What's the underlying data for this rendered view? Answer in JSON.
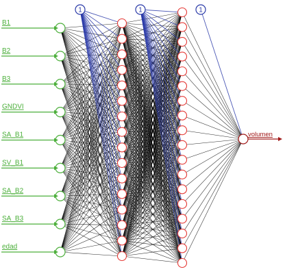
{
  "diagram": {
    "type": "neural-network",
    "input_nodes": [
      "B1",
      "B2",
      "B3",
      "GNDVI",
      "SA_B1",
      "SV_B1",
      "SA_B2",
      "SA_B3",
      "edad"
    ],
    "hidden_layers": [
      {
        "neurons": 16
      },
      {
        "neurons": 18
      }
    ],
    "bias_label": "1",
    "output_node": "volumen"
  },
  "colors": {
    "input": "#4caf3b",
    "hidden": "#e53935",
    "output": "#a01818",
    "bias": "#2a3aa8",
    "weights": "#000000"
  }
}
